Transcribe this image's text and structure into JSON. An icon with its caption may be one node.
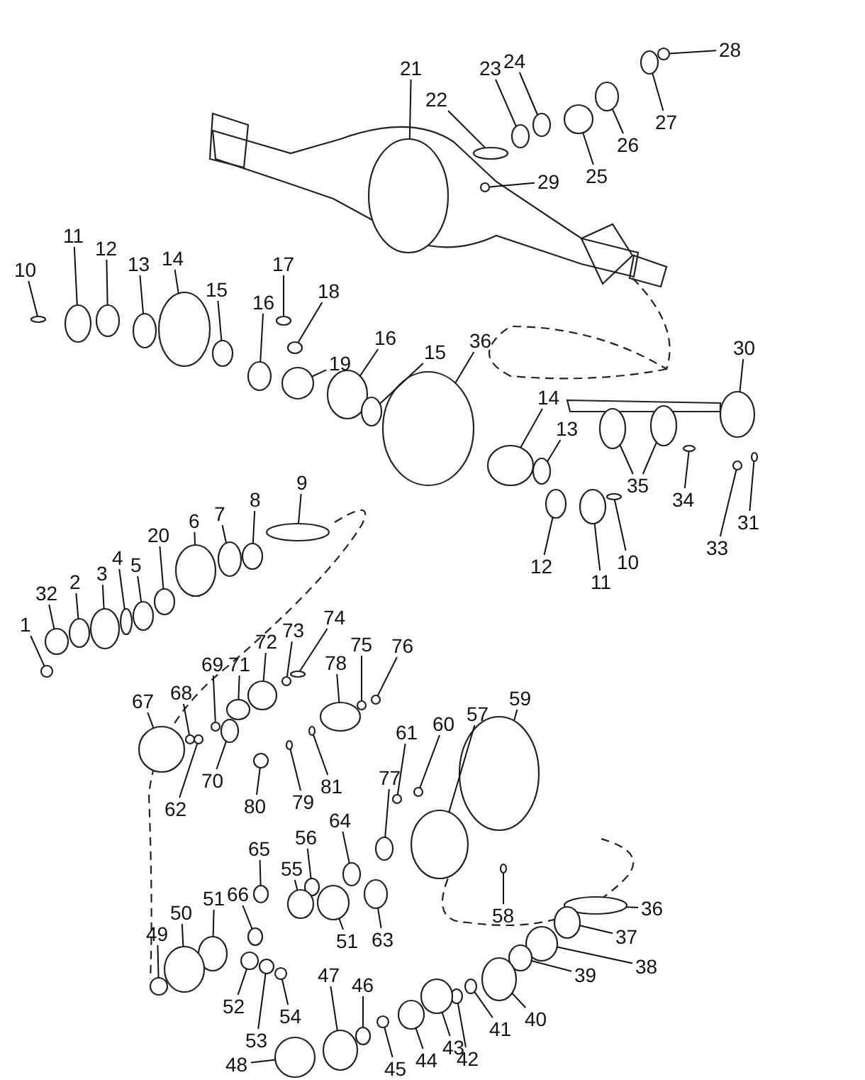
{
  "diagram": {
    "nodes": [
      {
        "text": [
          "21"
        ]
      },
      {
        "text": [
          "22"
        ]
      },
      {
        "text": [
          "23"
        ]
      },
      {
        "text": [
          "24"
        ]
      },
      {
        "text": [
          "25"
        ]
      },
      {
        "text": [
          "26"
        ]
      },
      {
        "text": [
          "27"
        ]
      },
      {
        "text": [
          "28"
        ]
      },
      {
        "text": [
          "29"
        ]
      },
      {
        "text": [
          "10"
        ]
      },
      {
        "text": [
          "11"
        ]
      },
      {
        "text": [
          "12"
        ]
      },
      {
        "text": [
          "13"
        ]
      },
      {
        "text": [
          "14"
        ]
      },
      {
        "text": [
          "15"
        ]
      },
      {
        "text": [
          "16"
        ]
      },
      {
        "text": [
          "17"
        ]
      },
      {
        "text": [
          "18"
        ]
      },
      {
        "text": [
          "19"
        ]
      },
      {
        "text": [
          "16"
        ]
      },
      {
        "text": [
          "15"
        ]
      },
      {
        "text": [
          "36"
        ]
      },
      {
        "text": [
          "14"
        ]
      },
      {
        "text": [
          "13"
        ]
      },
      {
        "text": [
          "30"
        ]
      },
      {
        "text": [
          "35"
        ]
      },
      {
        "text": [
          "34"
        ]
      },
      {
        "text": [
          "12"
        ]
      },
      {
        "text": [
          "11"
        ]
      },
      {
        "text": [
          "10"
        ]
      },
      {
        "text": [
          "33"
        ]
      },
      {
        "text": [
          "31"
        ]
      },
      {
        "text": [
          "9"
        ]
      },
      {
        "text": [
          "8"
        ]
      },
      {
        "text": [
          "7"
        ]
      },
      {
        "text": [
          "6"
        ]
      },
      {
        "text": [
          "20"
        ]
      },
      {
        "text": [
          "5"
        ]
      },
      {
        "text": [
          "4"
        ]
      },
      {
        "text": [
          "3"
        ]
      },
      {
        "text": [
          "2"
        ]
      },
      {
        "text": [
          "32"
        ]
      },
      {
        "text": [
          "1"
        ]
      },
      {
        "text": [
          "73"
        ]
      },
      {
        "text": [
          "74"
        ]
      },
      {
        "text": [
          "72"
        ]
      },
      {
        "text": [
          "71"
        ]
      },
      {
        "text": [
          "69"
        ]
      },
      {
        "text": [
          "68"
        ]
      },
      {
        "text": [
          "67"
        ]
      },
      {
        "text": [
          "75"
        ]
      },
      {
        "text": [
          "76"
        ]
      },
      {
        "text": [
          "78"
        ]
      },
      {
        "text": [
          "70"
        ]
      },
      {
        "text": [
          "62"
        ]
      },
      {
        "text": [
          "61"
        ]
      },
      {
        "text": [
          "60"
        ]
      },
      {
        "text": [
          "57"
        ]
      },
      {
        "text": [
          "59"
        ]
      },
      {
        "text": [
          "77"
        ]
      },
      {
        "text": [
          "80"
        ]
      },
      {
        "text": [
          "79"
        ]
      },
      {
        "text": [
          "81"
        ]
      },
      {
        "text": [
          "65"
        ]
      },
      {
        "text": [
          "56"
        ]
      },
      {
        "text": [
          "55"
        ]
      },
      {
        "text": [
          "64"
        ]
      },
      {
        "text": [
          "66"
        ]
      },
      {
        "text": [
          "51"
        ]
      },
      {
        "text": [
          "50"
        ]
      },
      {
        "text": [
          "49"
        ]
      },
      {
        "text": [
          "51"
        ]
      },
      {
        "text": [
          "63"
        ]
      },
      {
        "text": [
          "58"
        ]
      },
      {
        "text": [
          "36"
        ]
      },
      {
        "text": [
          "37"
        ]
      },
      {
        "text": [
          "38"
        ]
      },
      {
        "text": [
          "39"
        ]
      },
      {
        "text": [
          "40"
        ]
      },
      {
        "text": [
          "41"
        ]
      },
      {
        "text": [
          "42"
        ]
      },
      {
        "text": [
          "43"
        ]
      },
      {
        "text": [
          "44"
        ]
      },
      {
        "text": [
          "45"
        ]
      },
      {
        "text": [
          "46"
        ]
      },
      {
        "text": [
          "47"
        ]
      },
      {
        "text": [
          "48"
        ]
      },
      {
        "text": [
          "52"
        ]
      },
      {
        "text": [
          "53"
        ]
      },
      {
        "text": [
          "54"
        ]
      },
      {
        "text": [],
        "shape": "circle"
      },
      {
        "text": [],
        "shape": "circle"
      },
      {
        "text": [],
        "shape": "circle"
      },
      {
        "text": [],
        "shape": "circle"
      },
      {
        "text": [],
        "shape": "circle"
      },
      {
        "text": [],
        "shape": "circle"
      },
      {
        "text": [],
        "shape": "circle"
      },
      {
        "text": [],
        "shape": "circle"
      },
      {
        "text": [],
        "shape": "circle"
      },
      {
        "text": [],
        "shape": "circle"
      },
      {
        "text": [],
        "shape": "circle"
      },
      {
        "text": [],
        "shape": "circle"
      },
      {
        "text": [],
        "shape": "circle"
      },
      {
        "text": [],
        "shape": "circle"
      },
      {
        "text": [],
        "shape": "circle"
      },
      {
        "text": [],
        "shape": "circle"
      },
      {
        "text": [],
        "shape": "circle"
      },
      {
        "text": [],
        "shape": "circle"
      },
      {
        "text": [],
        "shape": "circle"
      },
      {
        "text": [],
        "shape": "circle"
      },
      {
        "text": [],
        "shape": "circle"
      },
      {
        "text": [],
        "shape": "circle"
      },
      {
        "text": [],
        "shape": "circle"
      },
      {
        "text": [],
        "shape": "circle"
      },
      {
        "text": [],
        "shape": "circle"
      },
      {
        "text": [],
        "shape": "circle"
      },
      {
        "text": [],
        "shape": "circle"
      },
      {
        "text": [],
        "shape": "circle"
      },
      {
        "text": [],
        "shape": "circle"
      },
      {
        "text": [],
        "shape": "circle"
      },
      {
        "text": [],
        "shape": "circle"
      },
      {
        "text": [],
        "shape": "circle"
      },
      {
        "text": [],
        "shape": "circle"
      },
      {
        "text": [],
        "shape": "circle"
      },
      {
        "text": [],
        "shape": "circle"
      },
      {
        "text": [],
        "shape": "circle"
      },
      {
        "text": [],
        "shape": "circle"
      },
      {
        "text": [],
        "shape": "circle"
      },
      {
        "text": [],
        "shape": "circle"
      },
      {
        "text": [],
        "shape": "circle"
      },
      {
        "text": [],
        "shape": "circle"
      },
      {
        "text": [],
        "shape": "circle"
      },
      {
        "text": [],
        "shape": "circle"
      },
      {
        "text": [],
        "shape": "circle"
      },
      {
        "text": [],
        "shape": "circle"
      },
      {
        "text": [],
        "shape": "circle"
      },
      {
        "text": [],
        "shape": "circle"
      },
      {
        "text": [],
        "shape": "circle"
      },
      {
        "text": [],
        "shape": "circle"
      },
      {
        "text": [],
        "shape": "circle"
      },
      {
        "text": [],
        "shape": "circle"
      },
      {
        "text": [],
        "shape": "circle"
      },
      {
        "text": [],
        "shape": "circle"
      },
      {
        "text": [],
        "shape": "circle"
      },
      {
        "text": [],
        "shape": "circle"
      },
      {
        "text": [],
        "shape": "circle"
      },
      {
        "text": [],
        "shape": "circle"
      },
      {
        "text": [],
        "shape": "circle"
      },
      {
        "text": [],
        "shape": "circle"
      },
      {
        "text": [],
        "shape": "circle"
      },
      {
        "text": [],
        "shape": "circle"
      },
      {
        "text": [],
        "shape": "circle"
      },
      {
        "text": [],
        "shape": "circle"
      },
      {
        "text": [],
        "shape": "circle"
      },
      {
        "text": [],
        "shape": "circle"
      },
      {
        "text": [],
        "shape": "circle"
      },
      {
        "text": [],
        "shape": "circle"
      },
      {
        "text": [],
        "shape": "circle"
      },
      {
        "text": [],
        "shape": "circle"
      },
      {
        "text": [],
        "shape": "circle"
      },
      {
        "text": [],
        "shape": "circle"
      },
      {
        "text": [],
        "shape": "circle"
      },
      {
        "text": [],
        "shape": "circle"
      },
      {
        "text": [],
        "shape": "circle"
      },
      {
        "text": [],
        "shape": "circle"
      },
      {
        "text": [],
        "shape": "circle"
      },
      {
        "text": [],
        "shape": "circle"
      },
      {
        "text": [],
        "shape": "circle"
      },
      {
        "text": [],
        "shape": "circle"
      },
      {
        "text": [],
        "shape": "circle"
      },
      {
        "text": [],
        "shape": "circle"
      },
      {
        "text": [],
        "shape": "circle"
      },
      {
        "text": [],
        "shape": "circle"
      },
      {
        "text": [],
        "shape": "circle"
      },
      {
        "text": [],
        "shape": "circle"
      },
      {
        "text": [],
        "shape": "circle"
      },
      {
        "text": [],
        "shape": "circle"
      },
      {
        "text": [],
        "shape": "circle"
      },
      {
        "text": [],
        "shape": "circle"
      },
      {
        "text": [],
        "shape": "circle"
      },
      {
        "text": [],
        "shape": "circle"
      }
    ],
    "edges": [
      {
        "from": 0,
        "to": 90,
        "arrow": "none"
      },
      {
        "from": 1,
        "to": 91,
        "arrow": "none"
      },
      {
        "from": 2,
        "to": 92,
        "arrow": "none"
      },
      {
        "from": 3,
        "to": 93,
        "arrow": "none"
      },
      {
        "from": 4,
        "to": 94,
        "arrow": "none"
      },
      {
        "from": 5,
        "to": 95,
        "arrow": "none"
      },
      {
        "from": 6,
        "to": 96,
        "arrow": "none"
      },
      {
        "from": 7,
        "to": 97,
        "arrow": "none"
      },
      {
        "from": 8,
        "to": 98,
        "arrow": "none"
      },
      {
        "from": 9,
        "to": 99,
        "arrow": "none"
      },
      {
        "from": 10,
        "to": 100,
        "arrow": "none"
      },
      {
        "from": 11,
        "to": 101,
        "arrow": "none"
      },
      {
        "from": 12,
        "to": 102,
        "arrow": "none"
      },
      {
        "from": 13,
        "to": 103,
        "arrow": "none"
      },
      {
        "from": 14,
        "to": 104,
        "arrow": "none"
      },
      {
        "from": 15,
        "to": 105,
        "arrow": "none"
      },
      {
        "from": 16,
        "to": 106,
        "arrow": "none"
      },
      {
        "from": 17,
        "to": 107,
        "arrow": "none"
      },
      {
        "from": 18,
        "to": 108,
        "arrow": "none"
      },
      {
        "from": 19,
        "to": 109,
        "arrow": "none"
      },
      {
        "from": 20,
        "to": 110,
        "arrow": "none"
      },
      {
        "from": 21,
        "to": 111,
        "arrow": "none"
      },
      {
        "from": 22,
        "to": 112,
        "arrow": "none"
      },
      {
        "from": 23,
        "to": 113,
        "arrow": "none"
      },
      {
        "from": 24,
        "to": 114,
        "arrow": "none"
      },
      {
        "from": 25,
        "to": 115,
        "arrow": "none"
      },
      {
        "from": 25,
        "to": 116,
        "arrow": "none"
      },
      {
        "from": 26,
        "to": 117,
        "arrow": "none"
      },
      {
        "from": 27,
        "to": 118,
        "arrow": "none"
      },
      {
        "from": 28,
        "to": 119,
        "arrow": "none"
      },
      {
        "from": 29,
        "to": 120,
        "arrow": "none"
      },
      {
        "from": 30,
        "to": 121,
        "arrow": "none"
      },
      {
        "from": 31,
        "to": 122,
        "arrow": "none"
      },
      {
        "from": 32,
        "to": 123,
        "arrow": "none"
      },
      {
        "from": 33,
        "to": 124,
        "arrow": "none"
      },
      {
        "from": 34,
        "to": 125,
        "arrow": "none"
      },
      {
        "from": 35,
        "to": 126,
        "arrow": "none"
      },
      {
        "from": 36,
        "to": 127,
        "arrow": "none"
      },
      {
        "from": 37,
        "to": 128,
        "arrow": "none"
      },
      {
        "from": 38,
        "to": 129,
        "arrow": "none"
      },
      {
        "from": 39,
        "to": 130,
        "arrow": "none"
      },
      {
        "from": 40,
        "to": 131,
        "arrow": "none"
      },
      {
        "from": 41,
        "to": 132,
        "arrow": "none"
      },
      {
        "from": 42,
        "to": 133,
        "arrow": "none"
      },
      {
        "from": 43,
        "to": 134,
        "arrow": "none"
      },
      {
        "from": 44,
        "to": 135,
        "arrow": "none"
      },
      {
        "from": 45,
        "to": 136,
        "arrow": "none"
      },
      {
        "from": 46,
        "to": 137,
        "arrow": "none"
      },
      {
        "from": 47,
        "to": 138,
        "arrow": "none"
      },
      {
        "from": 48,
        "to": 139,
        "arrow": "none"
      },
      {
        "from": 49,
        "to": 140,
        "arrow": "none"
      },
      {
        "from": 50,
        "to": 141,
        "arrow": "none"
      },
      {
        "from": 51,
        "to": 142,
        "arrow": "none"
      },
      {
        "from": 52,
        "to": 143,
        "arrow": "none"
      },
      {
        "from": 53,
        "to": 144,
        "arrow": "none"
      },
      {
        "from": 54,
        "to": 145,
        "arrow": "none"
      },
      {
        "from": 55,
        "to": 146,
        "arrow": "none"
      },
      {
        "from": 56,
        "to": 147,
        "arrow": "none"
      },
      {
        "from": 57,
        "to": 148,
        "arrow": "none"
      },
      {
        "from": 58,
        "to": 149,
        "arrow": "none"
      },
      {
        "from": 59,
        "to": 150,
        "arrow": "none"
      },
      {
        "from": 60,
        "to": 151,
        "arrow": "none"
      },
      {
        "from": 61,
        "to": 152,
        "arrow": "none"
      },
      {
        "from": 62,
        "to": 153,
        "arrow": "none"
      },
      {
        "from": 63,
        "to": 154,
        "arrow": "none"
      },
      {
        "from": 64,
        "to": 155,
        "arrow": "none"
      },
      {
        "from": 65,
        "to": 156,
        "arrow": "none"
      },
      {
        "from": 66,
        "to": 157,
        "arrow": "none"
      },
      {
        "from": 67,
        "to": 158,
        "arrow": "none"
      },
      {
        "from": 68,
        "to": 159,
        "arrow": "none"
      },
      {
        "from": 69,
        "to": 160,
        "arrow": "none"
      },
      {
        "from": 70,
        "to": 161,
        "arrow": "none"
      },
      {
        "from": 71,
        "to": 162,
        "arrow": "none"
      },
      {
        "from": 72,
        "to": 163,
        "arrow": "none"
      },
      {
        "from": 73,
        "to": 164,
        "arrow": "none"
      },
      {
        "from": 74,
        "to": 165,
        "arrow": "none"
      },
      {
        "from": 75,
        "to": 166,
        "arrow": "none"
      },
      {
        "from": 76,
        "to": 167,
        "arrow": "none"
      },
      {
        "from": 77,
        "to": 168,
        "arrow": "none"
      },
      {
        "from": 78,
        "to": 169,
        "arrow": "none"
      },
      {
        "from": 79,
        "to": 170,
        "arrow": "none"
      },
      {
        "from": 80,
        "to": 171,
        "arrow": "none"
      },
      {
        "from": 81,
        "to": 172,
        "arrow": "none"
      },
      {
        "from": 82,
        "to": 173,
        "arrow": "none"
      },
      {
        "from": 83,
        "to": 174,
        "arrow": "none"
      },
      {
        "from": 84,
        "to": 175,
        "arrow": "none"
      },
      {
        "from": 85,
        "to": 176,
        "arrow": "none"
      },
      {
        "from": 86,
        "to": 177,
        "arrow": "none"
      },
      {
        "from": 87,
        "to": 178,
        "arrow": "none"
      },
      {
        "from": 88,
        "to": 179,
        "arrow": "none"
      },
      {
        "from": 89,
        "to": 180,
        "arrow": "none"
      }
    ]
  }
}
